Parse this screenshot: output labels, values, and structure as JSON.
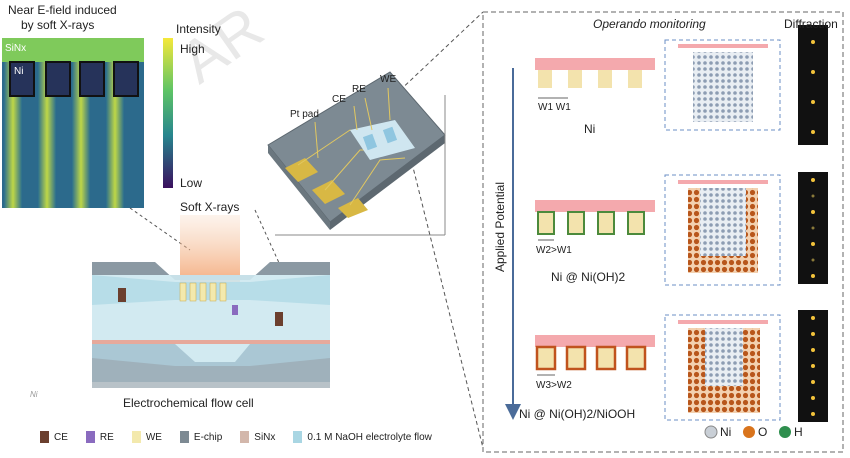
{
  "efield": {
    "title_line1": "Near E-field induced",
    "title_line2": "by soft X-rays",
    "sinx_label": "SiNx",
    "ni_label": "Ni",
    "colorbar_title": "Intensity",
    "colorbar_high": "High",
    "colorbar_low": "Low"
  },
  "chip": {
    "pt_pad": "Pt pad",
    "ce": "CE",
    "re": "RE",
    "we": "WE"
  },
  "flowcell": {
    "xray_label": "Soft X-rays",
    "caption": "Electrochemical flow cell",
    "small_mark": "Ni"
  },
  "legend": [
    {
      "label": "CE",
      "color": "#6b3f2e"
    },
    {
      "label": "RE",
      "color": "#8a6bbf"
    },
    {
      "label": "WE",
      "color": "#f3e9ad"
    },
    {
      "label": "E-chip",
      "color": "#7d8a93"
    },
    {
      "label": "SiNx",
      "color": "#d3b7ab"
    },
    {
      "label": "0.1 M NaOH electrolyte flow",
      "color": "#a9d6e3"
    }
  ],
  "panel": {
    "operando_label": "Operando monitoring",
    "diffraction_label": "Diffraction",
    "axis_label": "Applied Potential",
    "rows": [
      {
        "width_label": "W1 W1",
        "phase": "Ni"
      },
      {
        "width_label": "W2>W1",
        "phase": "Ni @ Ni(OH)2"
      },
      {
        "width_label": "W3>W2",
        "phase": "Ni @ Ni(OH)2/NiOOH"
      }
    ],
    "atom_legend": [
      {
        "label": "Ni",
        "color": "#c9cfd6"
      },
      {
        "label": "O",
        "color": "#d9741c"
      },
      {
        "label": "H",
        "color": "#2f8f4e"
      }
    ]
  },
  "watermark": "AR"
}
